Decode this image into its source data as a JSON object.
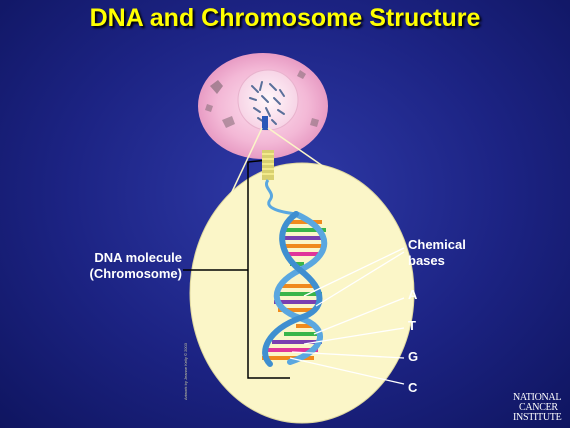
{
  "title": "DNA and Chromosome Structure",
  "labels": {
    "dna_molecule_line1": "DNA molecule",
    "dna_molecule_line2": "(Chromosome)",
    "chemical_bases_line1": "Chemical",
    "chemical_bases_line2": "bases"
  },
  "bases": [
    "A",
    "T",
    "G",
    "C"
  ],
  "credit": "Artwork by Jeanne Kelly © 2003",
  "logo": {
    "line1": "NATIONAL",
    "line2": "CANCER",
    "line3": "INSTITUTE"
  },
  "colors": {
    "background": "#1c2383",
    "title": "#ffff00",
    "oval": "#fbf6c8",
    "cell": "#f3b8d6",
    "backbone": "#5aa7e0",
    "base_orange": "#f08a1c",
    "base_green": "#39b54a",
    "base_purple": "#7a3fb0",
    "base_pink": "#e0359a"
  }
}
